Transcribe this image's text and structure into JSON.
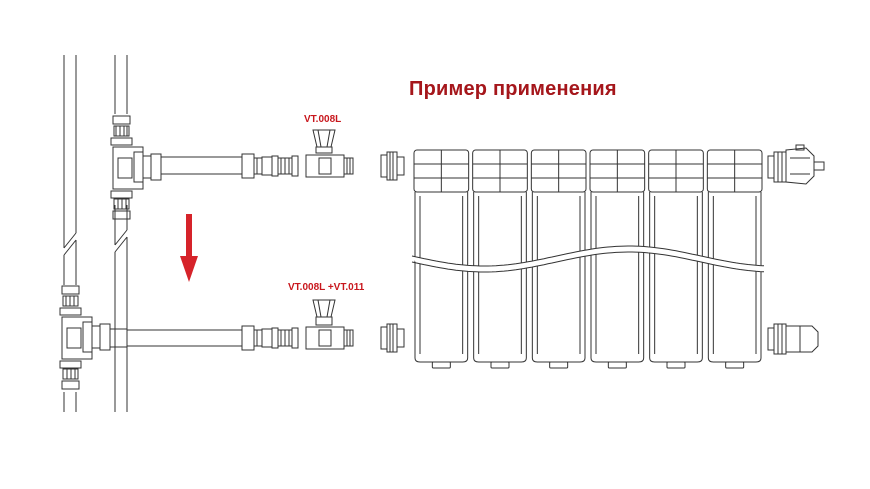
{
  "title": "Пример применения",
  "labels": {
    "top_valve": "VT.008L",
    "bottom_valve": "VT.008L +VT.011"
  },
  "colors": {
    "title": "#a5161b",
    "labels": "#c8171d",
    "arrow": "#d6232a",
    "line": "#333333"
  },
  "radiator": {
    "sections": 6
  }
}
